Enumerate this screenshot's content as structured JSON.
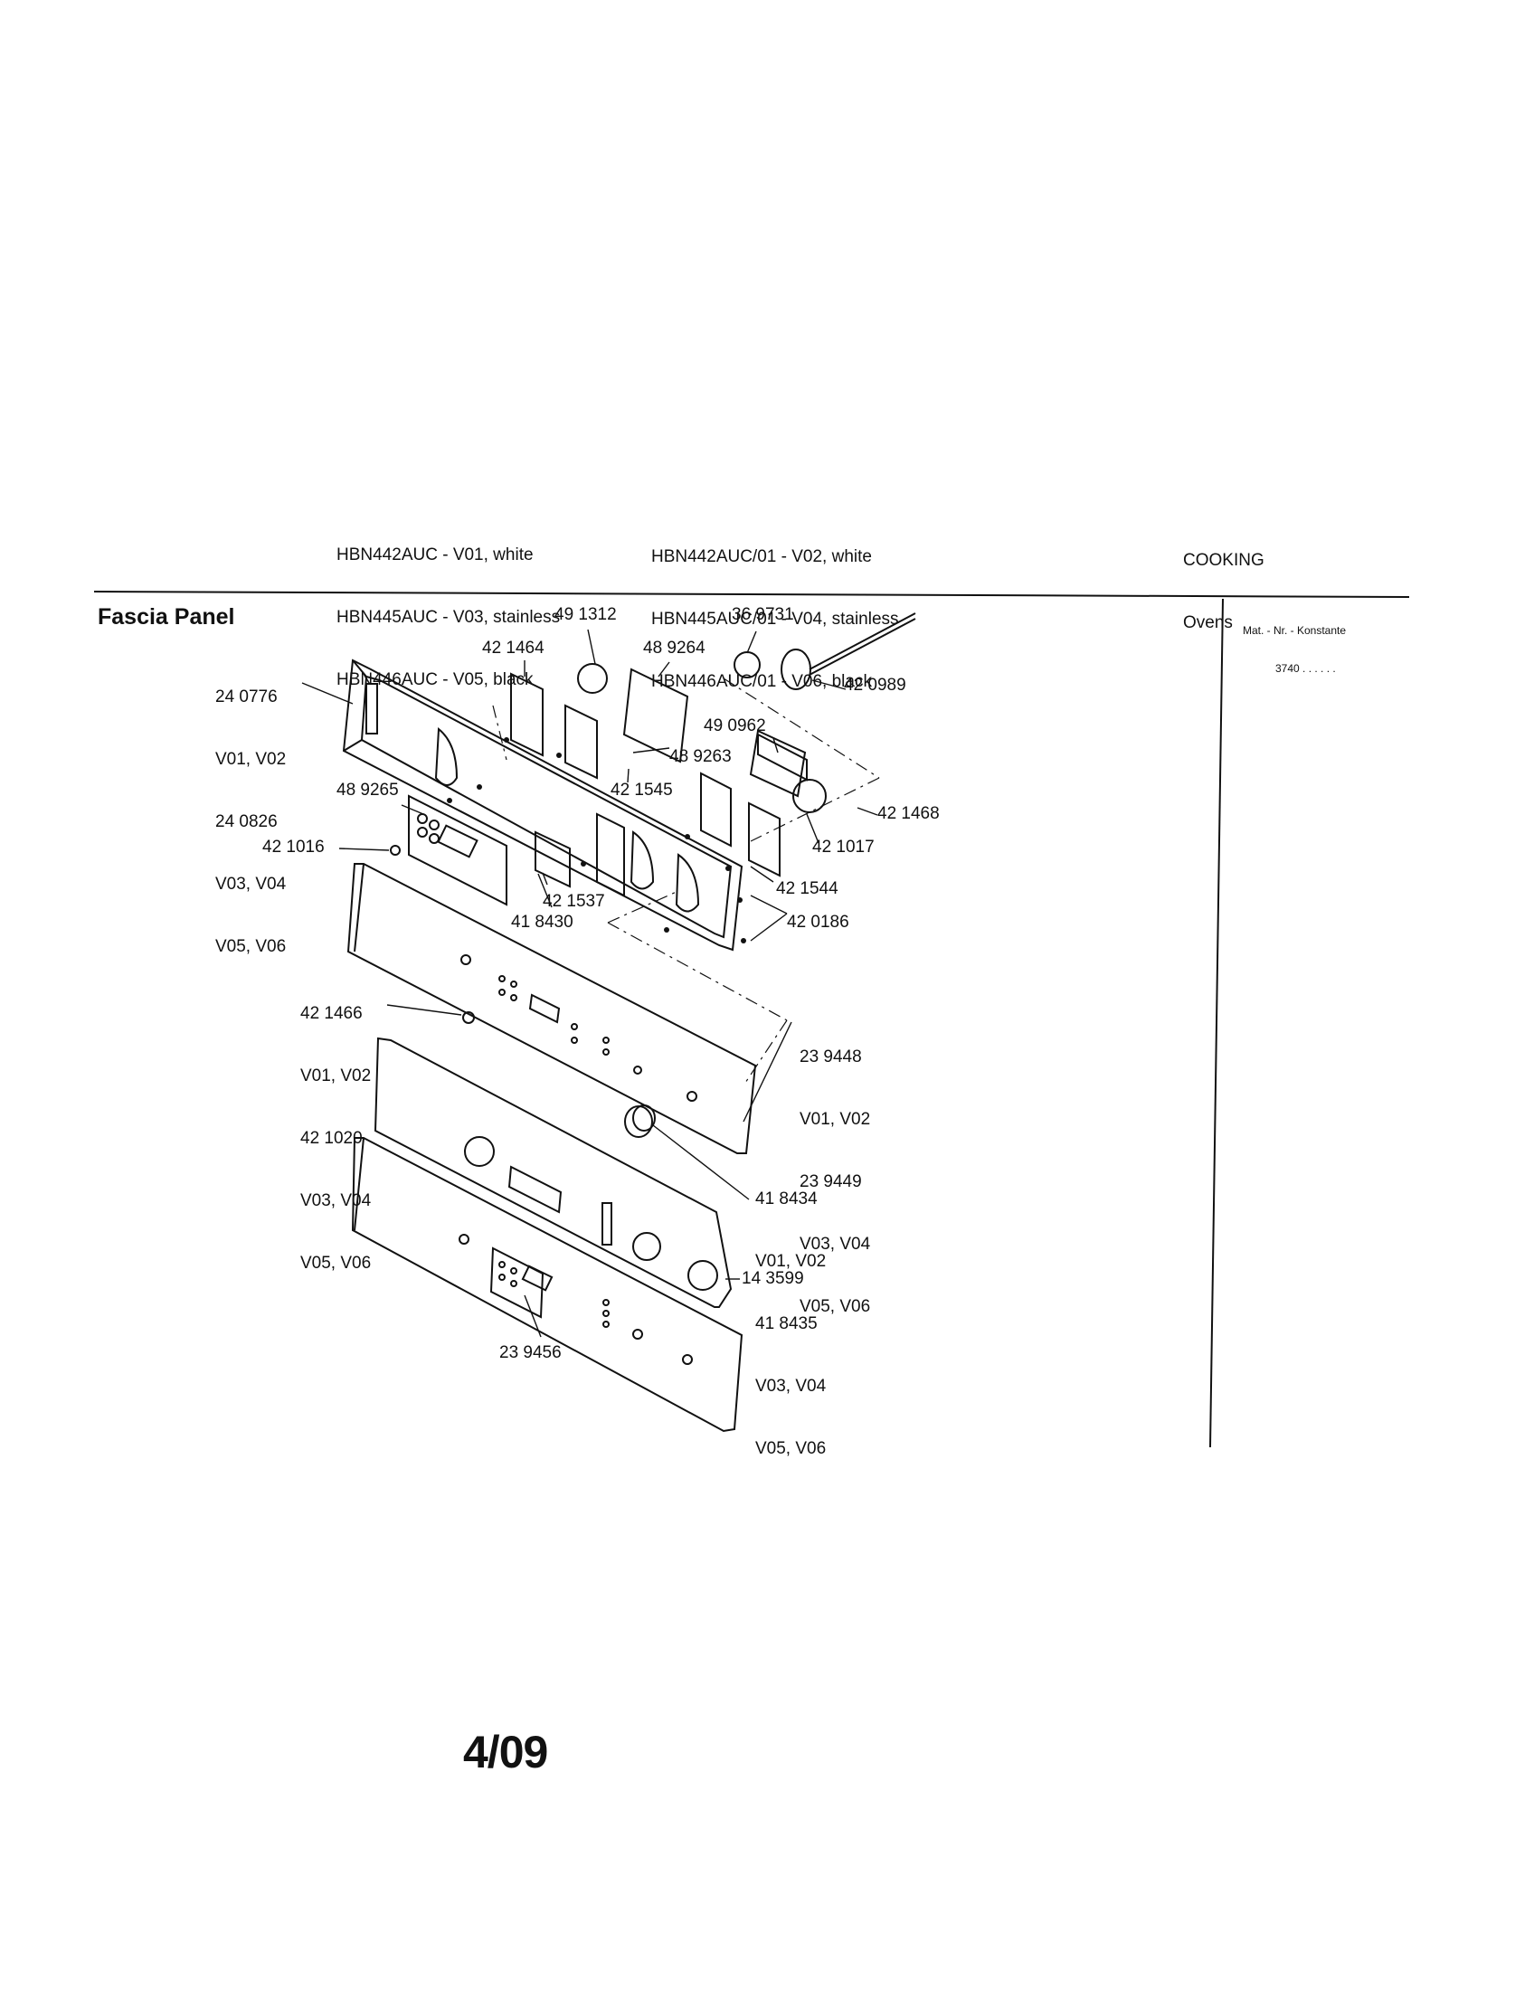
{
  "header": {
    "models_left": [
      "HBN442AUC - V01, white",
      "HBN445AUC - V03, stainless",
      "HBN446AUC - V05, black"
    ],
    "models_right": [
      "HBN442AUC/01 - V02, white",
      "HBN445AUC/01 - V04, stainless",
      "HBN446AUC/01 - V06, black"
    ],
    "category": "COOKING",
    "subcategory": "Ovens"
  },
  "section_title": "Fascia Panel",
  "side_note": {
    "line1": "Mat. - Nr. - Konstante",
    "line2": "3740 . . . . . ."
  },
  "labels": {
    "p240776": [
      "24 0776",
      "V01, V02",
      "24 0826",
      "V03, V04",
      "V05, V06"
    ],
    "p491312": "49 1312",
    "p369731": "36 9731",
    "p421464": "42 1464",
    "p489264": "48 9264",
    "p420989": "42 0989",
    "p490962": "49 0962",
    "p489263": "48 9263",
    "p421545": "42 1545",
    "p489265": "48 9265",
    "p421468": "42 1468",
    "p421017": "42 1017",
    "p421016": "42 1016",
    "p421537": "42 1537",
    "p418430": "41 8430",
    "p421544": "42 1544",
    "p420186": "42 0186",
    "p421466": [
      "42 1466",
      "V01, V02",
      "42 1020",
      "V03, V04",
      "V05, V06"
    ],
    "p239448": [
      "23 9448",
      "V01, V02",
      "23 9449",
      "V03, V04",
      "V05, V06"
    ],
    "p418434": [
      "41 8434",
      "V01, V02",
      "41 8435",
      "V03, V04",
      "V05, V06"
    ],
    "p143599": "14 3599",
    "p239456": "23 9456"
  },
  "page_number": "4/09"
}
